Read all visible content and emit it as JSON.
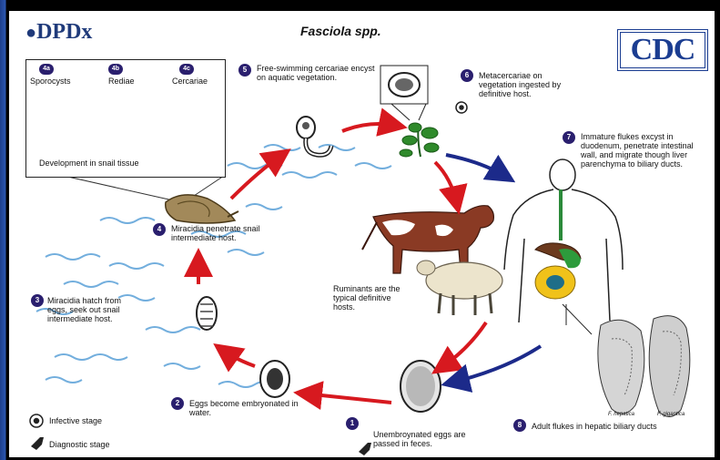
{
  "header": {
    "logo": "DPDx",
    "title": "Fasciola spp.",
    "agency": "CDC"
  },
  "development_box": {
    "stages": [
      {
        "num": "4a",
        "label": "Sporocysts"
      },
      {
        "num": "4b",
        "label": "Rediae"
      },
      {
        "num": "4c",
        "label": "Cercariae"
      }
    ],
    "caption": "Development in snail tissue"
  },
  "steps": [
    {
      "num": "1",
      "text": "Unembroynated eggs are passed in feces."
    },
    {
      "num": "2",
      "text": "Eggs become embryonated in water."
    },
    {
      "num": "3",
      "text": "Miracidia hatch from eggs, seek out snail intermediate host."
    },
    {
      "num": "4",
      "text": "Miracidia penetrate snail intermediate host."
    },
    {
      "num": "5",
      "text": "Free-swimming cercariae encyst on aquatic vegetation."
    },
    {
      "num": "6",
      "text": "Metacercariae on vegetation ingested by definitive host."
    },
    {
      "num": "7",
      "text": "Immature flukes excyst in duodenum, penetrate intestinal wall, and migrate though liver parenchyma to biliary ducts."
    },
    {
      "num": "8",
      "text": "Adult flukes in hepatic biliary ducts"
    }
  ],
  "host_note": "Ruminants are the typical definitive hosts.",
  "species": [
    "F. hepatica",
    "F. gigantica"
  ],
  "legend": {
    "infective": "Infective stage",
    "diagnostic": "Diagnostic stage"
  },
  "colors": {
    "arrow_red": "#d7191f",
    "arrow_blue": "#1c2a8a",
    "badge": "#2a1f6e",
    "brand_blue": "#1b3d91"
  }
}
